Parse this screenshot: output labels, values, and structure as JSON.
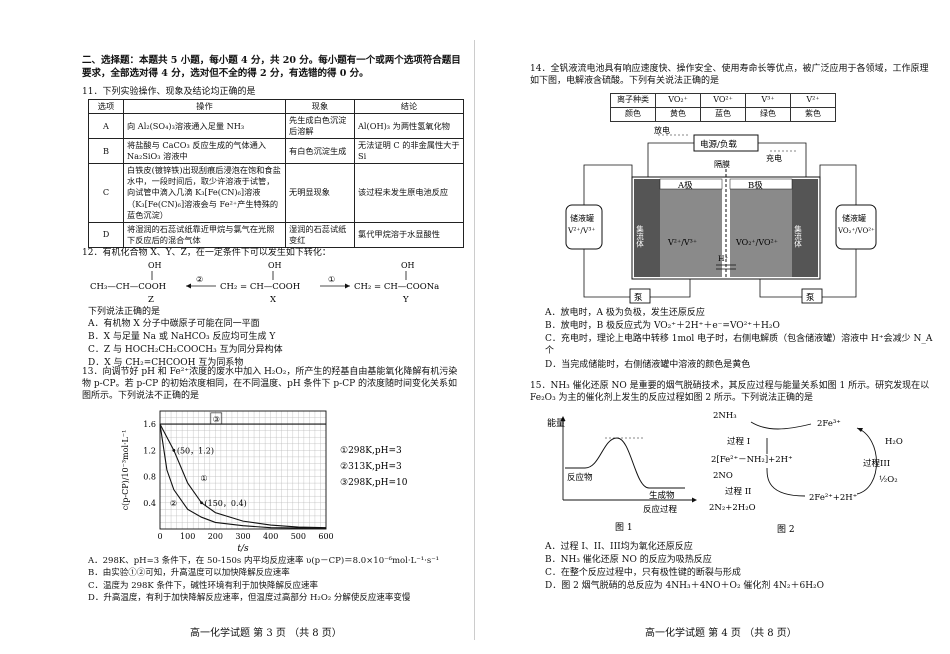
{
  "left": {
    "section_header": "二、选择题：本题共 5 小题，每小题 4 分，共 20 分。每小题有一个或两个选项符合题目要求，全部选对得 4 分，选对但不全的得 2 分，有选错的得 0 分。",
    "q11": {
      "stem": "11．下列实验操作、现象及结论均正确的是",
      "headers": [
        "选项",
        "操作",
        "现象",
        "结论"
      ],
      "rows": [
        [
          "A",
          "向 Al₂(SO₄)₃溶液通入足量 NH₃",
          "先生成白色沉淀后溶解",
          "Al(OH)₃ 为两性氢氧化物"
        ],
        [
          "B",
          "将盐酸与 CaCO₃ 反应生成的气体通入 Na₂SiO₃ 溶液中",
          "有白色沉淀生成",
          "无法证明 C 的非金属性大于 Si"
        ],
        [
          "C",
          "白铁皮(镀锌铁)出现刮痕后浸泡在饱和食盐水中，一段时间后，取少许溶液于试管，向试管中滴入几滴 K₃[Fe(CN)₆]溶液（K₃[Fe(CN)₆]溶液会与 Fe²⁺产生特殊的蓝色沉淀）",
          "无明显现象",
          "该过程未发生原电池反应"
        ],
        [
          "D",
          "将湿润的石蕊试纸靠近甲烷与氯气在光照下反应后的混合气体",
          "湿润的石蕊试纸变红",
          "氯代甲烷溶于水显酸性"
        ]
      ]
    },
    "q12": {
      "stem": "12．有机化合物 X、Y、Z，在一定条件下可以发生如下转化：",
      "z": "CH₃—CH—COOH",
      "x": "CH₂ = CH—COOH",
      "y": "CH₂ = CH—COONa",
      "oh": "OH",
      "z_label": "Z",
      "x_label": "X",
      "y_label": "Y",
      "arrow2": "②",
      "arrow1": "①",
      "lead": "下列说法正确的是",
      "options": [
        "A．有机物 X 分子中碳原子可能在同一平面",
        "B．X 与足量 Na 或 NaHCO₃ 反应均可生成 Y",
        "C．Z 与 HOCH₂CH₂COOCH₃ 互为同分异构体",
        "D．X 与 CH₂=CHCOOH 互为同系物"
      ]
    },
    "q13": {
      "stem": "13．向调节好 pH 和 Fe²⁺浓度的废水中加入 H₂O₂，所产生的羟基自由基能氧化降解有机污染物 p-CP。若 p-CP 的初始浓度相同，在不同温度、pH 条件下 p-CP 的浓度随时间变化关系如图所示。下列说法不正确的是",
      "options": [
        "A．298K、pH=3 条件下，在 50-150s 内平均反应速率 υ(p－CP)＝8.0×10⁻⁶mol·L⁻¹·s⁻¹",
        "B．由实验①②可知，升高温度可以加快降解反应速率",
        "C．温度为 298K 条件下，碱性环境有利于加快降解反应速率",
        "D．升高温度，有利于加快降解反应速率，但温度过高部分 H₂O₂ 分解使反应速率变慢"
      ]
    },
    "footer": "高一化学试题  第 3 页  （共 8 页）"
  },
  "chart_data": {
    "type": "line",
    "title": "",
    "xlabel": "t/s",
    "ylabel": "c(p-CP)/10⁻³mol·L⁻¹",
    "xlim": [
      0,
      600
    ],
    "ylim": [
      0,
      1.8
    ],
    "x_ticks": [
      0,
      100,
      200,
      300,
      400,
      500,
      600
    ],
    "y_ticks": [
      0.4,
      0.8,
      1.2,
      1.6
    ],
    "grid": true,
    "series": [
      {
        "name": "①298K,pH=3",
        "x": [
          0,
          50,
          100,
          150,
          200,
          300,
          400,
          500,
          600
        ],
        "y": [
          1.6,
          1.2,
          0.7,
          0.4,
          0.25,
          0.12,
          0.06,
          0.03,
          0.02
        ]
      },
      {
        "name": "②313K,pH=3",
        "x": [
          0,
          25,
          50,
          100,
          150,
          200,
          300,
          400,
          600
        ],
        "y": [
          1.6,
          0.9,
          0.6,
          0.3,
          0.18,
          0.1,
          0.05,
          0.02,
          0.01
        ]
      },
      {
        "name": "③298K,pH=10",
        "x": [
          0,
          600
        ],
        "y": [
          1.6,
          1.6
        ]
      }
    ],
    "annotations": [
      {
        "text": "(50，1.2)",
        "x": 50,
        "y": 1.2
      },
      {
        "text": "(150，0.4)",
        "x": 150,
        "y": 0.4
      },
      {
        "text": "①",
        "x": 135,
        "y": 0.78
      },
      {
        "text": "②",
        "x": 25,
        "y": 0.4
      },
      {
        "text": "③",
        "x": 180,
        "y": 1.68
      }
    ],
    "legend_placement": "right"
  },
  "right": {
    "q14": {
      "stem": "14．全钒液流电池具有响应速度快、操作安全、使用寿命长等优点，被广泛应用于各领域，工作原理如下图，电解液含硫酸。下列有关说法正确的是",
      "ion_row1": [
        "离子种类",
        "VO₂⁺",
        "VO²⁺",
        "V³⁺",
        "V²⁺"
      ],
      "ion_row2": [
        "颜色",
        "黄色",
        "蓝色",
        "绿色",
        "紫色"
      ],
      "fangdian": "放电",
      "power": "电源/负载",
      "chongdian": "充电",
      "membrane": "隔膜",
      "a_pole": "A极",
      "b_pole": "B极",
      "collector": "集流体",
      "left_sol": "V²⁺/V³⁺",
      "right_sol": "VO₂⁺/VO²⁺",
      "hplus": "H⁺",
      "tank_left_label": "储液罐",
      "tank_left_ions": "V²⁺/V³⁺",
      "tank_right_label": "储液罐",
      "tank_right_ions": "VO₂⁺/VO²⁺",
      "pump": "泵",
      "options": [
        "A．放电时，A 极为负极，发生还原反应",
        "B．放电时，B 极反应式为 VO₂⁺＋2H⁺＋e⁻=VO²⁺＋H₂O",
        "C．充电时，理论上电路中转移 1mol 电子时，右侧电解质（包含储液罐）溶液中 H⁺会减少 N_A 个",
        "D．当完成储能时，右侧储液罐中溶液的颜色是黄色"
      ]
    },
    "q15": {
      "stem": "15．NH₃ 催化还原 NO 是重要的烟气脱硝技术，其反应过程与能量关系如图 1 所示。研究发现在以 Fe₂O₃ 为主的催化剂上发生的反应过程如图 2 所示。下列说法正确的是",
      "fig1_ylabel": "能量",
      "fig1_reactant": "反应物",
      "fig1_product": "生成物",
      "fig1_xlabel": "反应过程",
      "fig1_caption": "图 1",
      "fig2_caption": "图 2",
      "fig2_nh3": "2NH₃",
      "fig2_fe3": "2Fe³⁺",
      "fig2_p1": "过程 I",
      "fig2_mid": "2[Fe²⁺－NH₂]+2H⁺",
      "fig2_no": "2NO",
      "fig2_p2": "过程 II",
      "fig2_n2": "2N₂+2H₂O",
      "fig2_fe2": "2Fe²⁺+2H⁺",
      "fig2_h2o": "H₂O",
      "fig2_p3": "过程III",
      "fig2_o2": "½O₂",
      "options": [
        "A．过程 I、II、III均为氧化还原反应",
        "B．NH₃ 催化还原 NO 的反应为吸热反应",
        "C．在整个反应过程中，只有极性键的断裂与形成",
        "D．图 2 烟气脱硝的总反应为 4NH₃＋4NO＋O₂ 催化剂 4N₂＋6H₂O"
      ]
    },
    "footer": "高一化学试题  第 4 页  （共 8 页）"
  }
}
